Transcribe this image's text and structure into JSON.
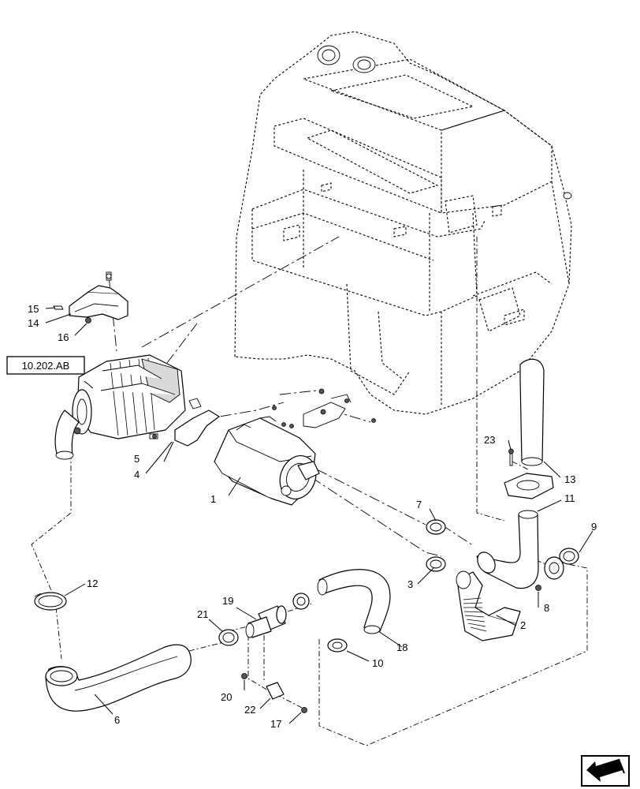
{
  "reference_box": {
    "label": "10.202.AB"
  },
  "callouts": [
    {
      "id": "1",
      "label": "1"
    },
    {
      "id": "2",
      "label": "2"
    },
    {
      "id": "3",
      "label": "3"
    },
    {
      "id": "4",
      "label": "4"
    },
    {
      "id": "5",
      "label": "5"
    },
    {
      "id": "6",
      "label": "6"
    },
    {
      "id": "7",
      "label": "7"
    },
    {
      "id": "8",
      "label": "8"
    },
    {
      "id": "9",
      "label": "9"
    },
    {
      "id": "10",
      "label": "10"
    },
    {
      "id": "11",
      "label": "11"
    },
    {
      "id": "12",
      "label": "12"
    },
    {
      "id": "13",
      "label": "13"
    },
    {
      "id": "14",
      "label": "14"
    },
    {
      "id": "15",
      "label": "15"
    },
    {
      "id": "16",
      "label": "16"
    },
    {
      "id": "17",
      "label": "17"
    },
    {
      "id": "18",
      "label": "18"
    },
    {
      "id": "19",
      "label": "19"
    },
    {
      "id": "20",
      "label": "20"
    },
    {
      "id": "21",
      "label": "21"
    },
    {
      "id": "22",
      "label": "22"
    },
    {
      "id": "23",
      "label": "23"
    }
  ],
  "icons": {
    "navigation": "return-arrow-icon"
  }
}
